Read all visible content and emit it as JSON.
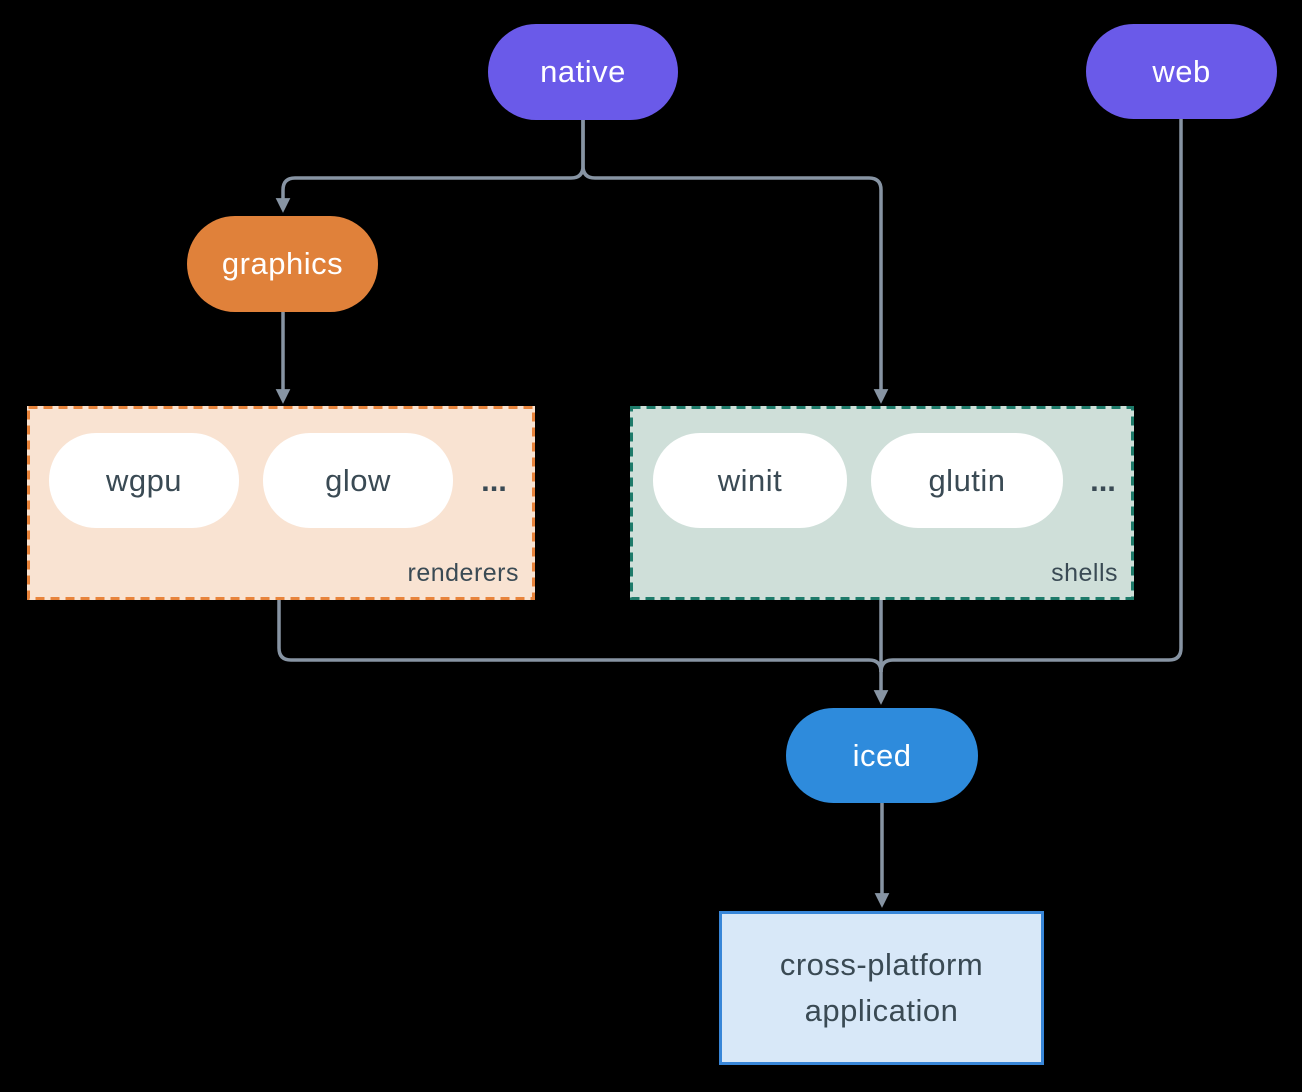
{
  "diagram": {
    "nodes": {
      "native": {
        "label": "native"
      },
      "web": {
        "label": "web"
      },
      "graphics": {
        "label": "graphics"
      },
      "iced": {
        "label": "iced"
      },
      "application": {
        "label_line1": "cross-platform",
        "label_line2": "application"
      }
    },
    "groups": {
      "renderers": {
        "label": "renderers",
        "items": [
          "wgpu",
          "glow"
        ],
        "ellipsis": "..."
      },
      "shells": {
        "label": "shells",
        "items": [
          "winit",
          "glutin"
        ],
        "ellipsis": "..."
      }
    }
  },
  "colors": {
    "background": "#000000",
    "purple": "#6a5ae9",
    "orange": "#e0813a",
    "orange_light": "#f9e3d2",
    "orange_dash": "#e8843c",
    "teal_light": "#cfdfd9",
    "teal_dash": "#1e7b6a",
    "blue": "#2e8bdc",
    "blue_light": "#d8e8f8",
    "blue_border": "#3886d8",
    "line": "#8794a3",
    "text_dark": "#3a4a54",
    "text_light": "#ffffff"
  }
}
